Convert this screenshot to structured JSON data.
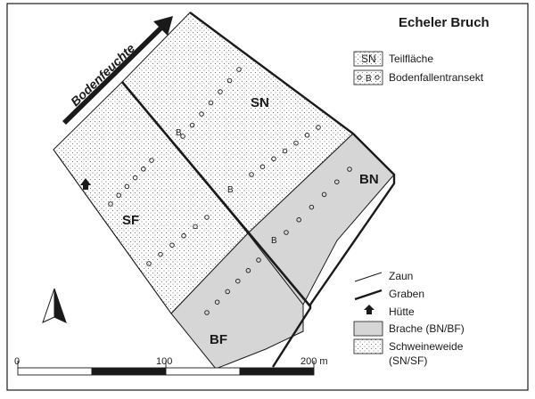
{
  "title": "Echeler Bruch",
  "moisture_label": "Bodenfeuchte",
  "areas": {
    "sn": "SN",
    "sf": "SF",
    "bn": "BN",
    "bf": "BF"
  },
  "transect_marker": "B",
  "legend": {
    "plot_symbol": "SN",
    "plot_label": "Teilfläche",
    "transect_symbol": "B",
    "transect_label": "Bodenfallentransekt",
    "fence_label": "Zaun",
    "ditch_label": "Graben",
    "hut_label": "Hütte",
    "fallow_label": "Brache (BN/BF)",
    "pasture_label_1": "Schweineweide",
    "pasture_label_2": "(SN/SF)"
  },
  "scale": {
    "ticks": [
      "0",
      "100",
      "200 m"
    ]
  },
  "colors": {
    "fallow_fill": "#d6d6d6",
    "pasture_fill": "#ffffff",
    "ink": "#1a1a1a"
  }
}
